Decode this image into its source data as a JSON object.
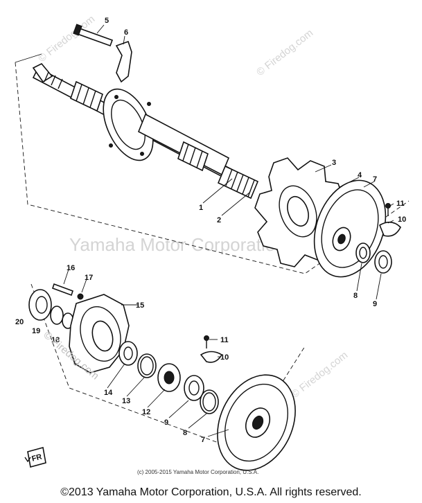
{
  "diagram": {
    "callouts": {
      "c1": "1",
      "c2": "2",
      "c3": "3",
      "c4": "4",
      "c5": "5",
      "c6": "6",
      "c7a": "7",
      "c7b": "7",
      "c8a": "8",
      "c8b": "8",
      "c9a": "9",
      "c9b": "9",
      "c10a": "10",
      "c10b": "10",
      "c11a": "11",
      "c11b": "11",
      "c12": "12",
      "c13": "13",
      "c14": "14",
      "c15": "15",
      "c16": "16",
      "c17": "17",
      "c18": "18",
      "c19": "19",
      "c20": "20"
    },
    "watermarks": {
      "firedog_1": "© Firedog.com",
      "firedog_2": "© Firedog.com",
      "firedog_3": "© Firedog.com",
      "firedog_4": "© Firedog.com",
      "yamaha": "Yamaha Motor Corporation, U.S.A."
    },
    "source_note": "(c) 2005-2015 Yamaha Motor Corporation, U.S.A.",
    "fr_marker": "FR",
    "copyright": "©2013 Yamaha Motor Corporation, U.S.A. All rights reserved."
  },
  "colors": {
    "ink": "#111111",
    "watermark": "#d4d4d4",
    "background": "#ffffff"
  }
}
